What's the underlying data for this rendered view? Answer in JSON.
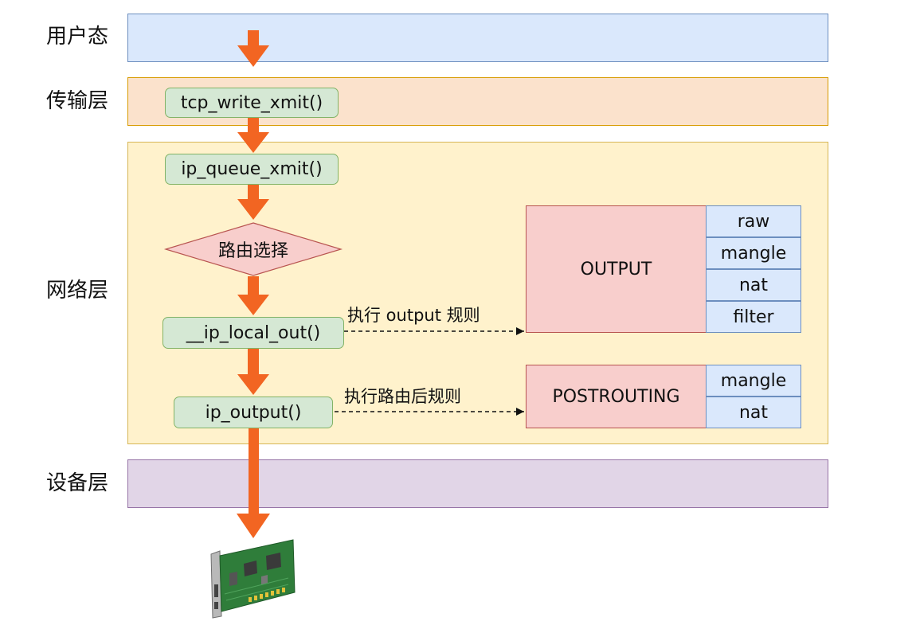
{
  "layers": {
    "user": "用户态",
    "transport": "传输层",
    "network": "网络层",
    "device": "设备层"
  },
  "functions": {
    "tcp_write_xmit": "tcp_write_xmit()",
    "ip_queue_xmit": "ip_queue_xmit()",
    "routing_decision": "路由选择",
    "ip_local_out": "__ip_local_out()",
    "ip_output": "ip_output()"
  },
  "edges": {
    "output_rule": "执行 output 规则",
    "postrouting_rule": "执行路由后规则"
  },
  "chains": {
    "output": {
      "name": "OUTPUT",
      "tables": [
        "raw",
        "mangle",
        "nat",
        "filter"
      ]
    },
    "postrouting": {
      "name": "POSTROUTING",
      "tables": [
        "mangle",
        "nat"
      ]
    }
  },
  "colors": {
    "flow_arrow": "#f26522",
    "user_band": "#dae8fc",
    "transport_band": "#fbe2cc",
    "network_band": "#fff2cc",
    "device_band": "#e1d5e7",
    "function_box": "#d5e8d4",
    "chain_box": "#f8cecc",
    "table_cell": "#dae8fc"
  },
  "icons": {
    "nic": "network-card-icon"
  }
}
